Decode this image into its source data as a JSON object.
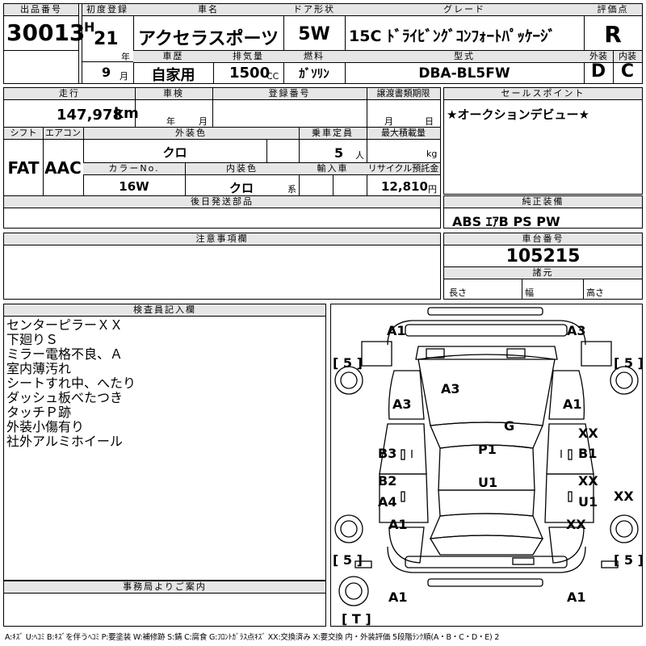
{
  "top": {
    "lot_label": "出品番号",
    "lot_no": "30013",
    "first_reg_label": "初度登録",
    "era": "H",
    "year": "21",
    "year_unit": "年",
    "month": "9",
    "month_unit": "月",
    "name_label": "車名",
    "car_name": "アクセラスポーツ",
    "history_label": "車歴",
    "history": "自家用",
    "displacement_label": "排気量",
    "displacement": "1500",
    "cc": "CC",
    "door_label": "ドア形状",
    "door": "5W",
    "fuel_label": "燃料",
    "fuel": "ｶﾞｿﾘﾝ",
    "grade_label": "グレード",
    "grade": "15C ﾄﾞﾗｲﾋﾞﾝｸﾞｺﾝﾌｫｰﾄﾊﾟｯｹｰｼﾞ",
    "model_label": "型式",
    "model": "DBA-BL5FW",
    "score_label": "評価点",
    "score": "R",
    "ext_label": "外装",
    "ext": "D",
    "int_label": "内装",
    "int": "C"
  },
  "row2": {
    "mileage_label": "走行",
    "mileage": "147,978",
    "km": "km",
    "inspection_label": "車検",
    "insp_year": "年",
    "insp_month": "月",
    "plate_label": "登録番号",
    "transfer_label": "譲渡書類期限",
    "tr_month": "月",
    "tr_day": "日",
    "shift_label": "シフト",
    "shift": "FAT",
    "ac_label": "エアコン",
    "ac": "AAC",
    "color_label": "外装色",
    "color": "クロ",
    "cap_label": "乗車定員",
    "cap": "5",
    "cap_unit": "人",
    "load_label": "最大積載量",
    "load_unit": "kg",
    "color_no_label": "カラーNo.",
    "color_no": "16W",
    "int_color_label": "内装色",
    "int_color": "クロ",
    "kei": "系",
    "import_label": "輸入車",
    "recycle_label": "リサイクル預託金",
    "recycle": "12,810",
    "yen": "円",
    "later_parts_label": "後日発送部品"
  },
  "sales": {
    "label": "セールスポイント",
    "text": "★オークションデビュー★"
  },
  "equip": {
    "label": "純正装備",
    "text": "ABS ｴｱB PS PW"
  },
  "caution": {
    "label": "注意事項欄"
  },
  "chassis": {
    "label": "車台番号",
    "number": "105215",
    "spec_label": "諸元",
    "length": "長さ",
    "width": "幅",
    "height": "高さ"
  },
  "inspector": {
    "label": "検査員記入欄",
    "lines": [
      "センターピラーＸＸ",
      "下廻りＳ",
      "ミラー電格不良、Ａ",
      "室内薄汚れ",
      "シートすれ中、へたり",
      "ダッシュ板べたつき",
      "タッチＰ跡",
      "外装小傷有り",
      "社外アルミホイール"
    ]
  },
  "office": {
    "label": "事務局よりご案内"
  },
  "diagram": {
    "marks": [
      "A1",
      "A3",
      "[ 5 ]",
      "[ 5 ]",
      "A3",
      "A3",
      "A1",
      "G",
      "XX",
      "B3",
      "P1",
      "B1",
      "B2",
      "XX",
      "A4",
      "U1",
      "U1",
      "XX",
      "A1",
      "XX",
      "[ 5 ]",
      "[ 5 ]",
      "A1",
      "A1",
      "[ T ]"
    ]
  },
  "legend": "A:ｷｽﾞ U:ﾍｺﾐ B:ｷｽﾞを伴うﾍｺﾐ P:要塗装 W:補修跡 S:錆 C:腐食 G:ﾌﾛﾝﾄｶﾞﾗｽ点ｷｽﾞ XX:交換済み X:要交換 内・外装評価 5段階ﾗﾝｸ順(A・B・C・D・E) 2"
}
